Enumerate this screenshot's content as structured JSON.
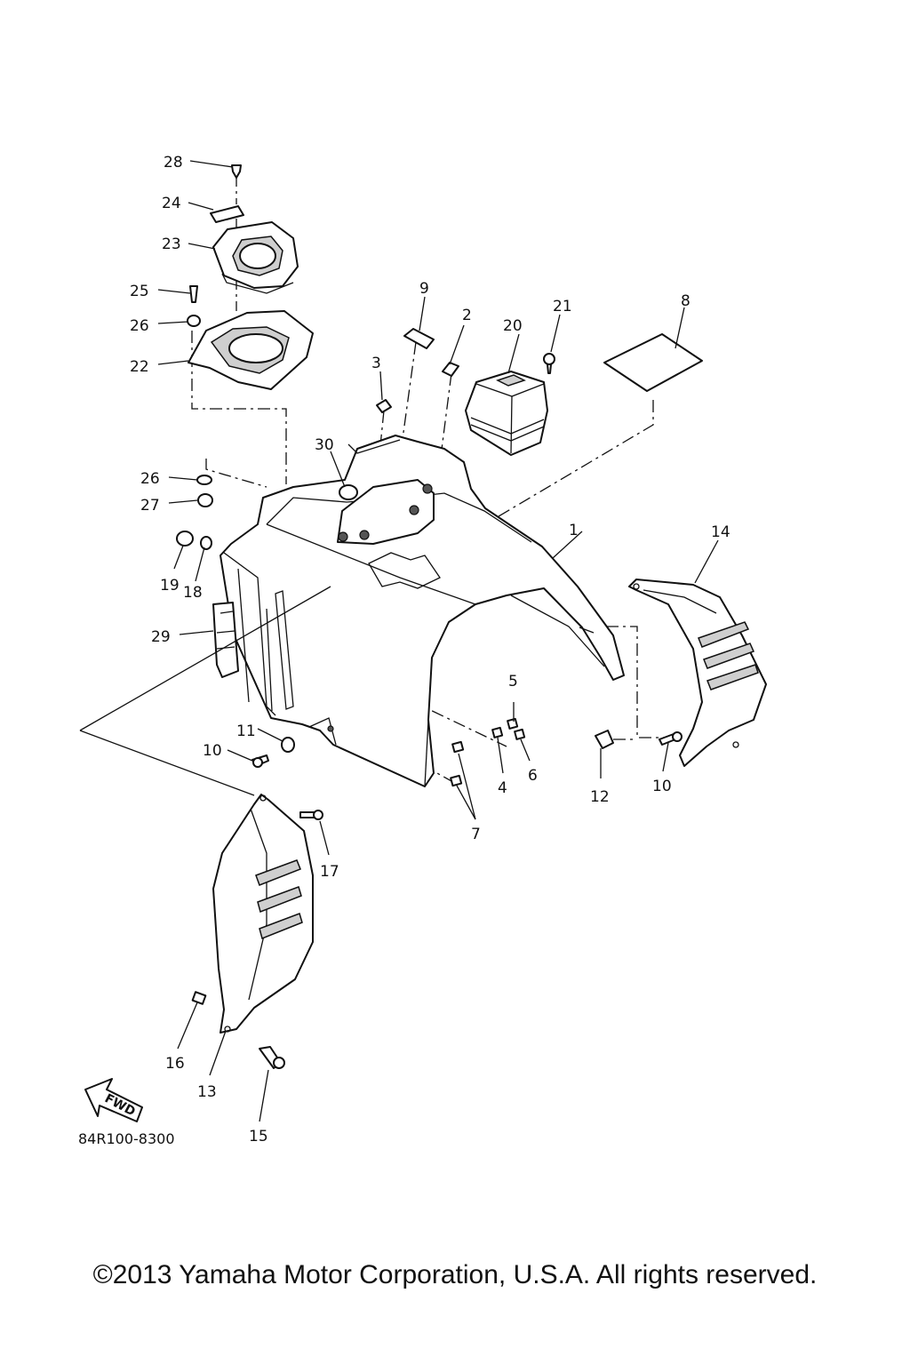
{
  "parts": [
    {
      "id": "callout-1",
      "label": "1"
    },
    {
      "id": "callout-2",
      "label": "2"
    },
    {
      "id": "callout-3",
      "label": "3"
    },
    {
      "id": "callout-4",
      "label": "4"
    },
    {
      "id": "callout-5",
      "label": "5"
    },
    {
      "id": "callout-6",
      "label": "6"
    },
    {
      "id": "callout-7",
      "label": "7"
    },
    {
      "id": "callout-8",
      "label": "8"
    },
    {
      "id": "callout-9",
      "label": "9"
    },
    {
      "id": "callout-10a",
      "label": "10"
    },
    {
      "id": "callout-10b",
      "label": "10"
    },
    {
      "id": "callout-11",
      "label": "11"
    },
    {
      "id": "callout-12",
      "label": "12"
    },
    {
      "id": "callout-13",
      "label": "13"
    },
    {
      "id": "callout-14",
      "label": "14"
    },
    {
      "id": "callout-15",
      "label": "15"
    },
    {
      "id": "callout-16",
      "label": "16"
    },
    {
      "id": "callout-17",
      "label": "17"
    },
    {
      "id": "callout-18",
      "label": "18"
    },
    {
      "id": "callout-19",
      "label": "19"
    },
    {
      "id": "callout-20",
      "label": "20"
    },
    {
      "id": "callout-21",
      "label": "21"
    },
    {
      "id": "callout-22",
      "label": "22"
    },
    {
      "id": "callout-23",
      "label": "23"
    },
    {
      "id": "callout-24",
      "label": "24"
    },
    {
      "id": "callout-25",
      "label": "25"
    },
    {
      "id": "callout-26a",
      "label": "26"
    },
    {
      "id": "callout-26b",
      "label": "26"
    },
    {
      "id": "callout-27",
      "label": "27"
    },
    {
      "id": "callout-28",
      "label": "28"
    },
    {
      "id": "callout-29",
      "label": "29"
    },
    {
      "id": "callout-30",
      "label": "30"
    }
  ],
  "fwd_arrow": "FWD",
  "diagram_code": "84R100-8300",
  "copyright": "©2013 Yamaha Motor Corporation, U.S.A. All rights reserved."
}
